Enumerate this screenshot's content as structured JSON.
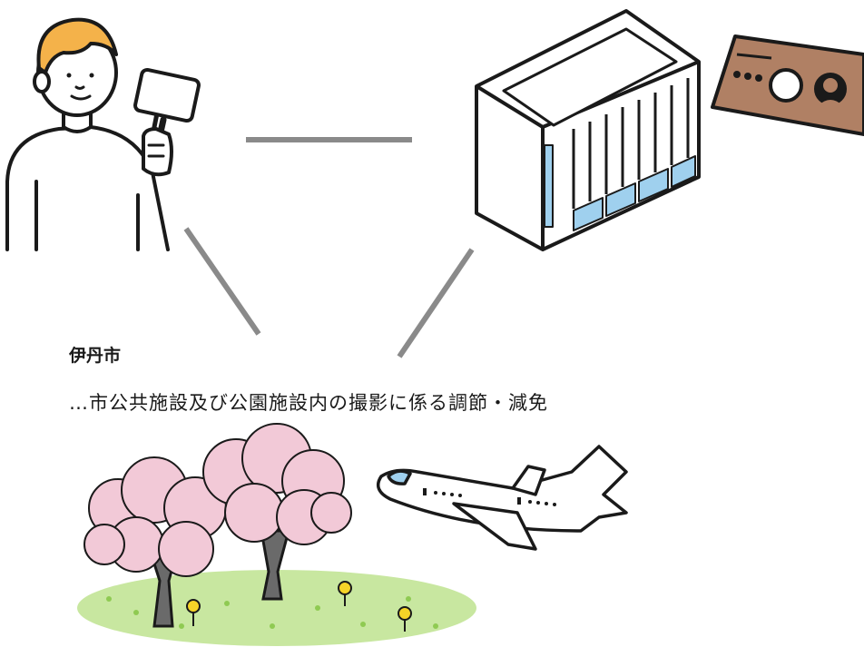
{
  "organization": {
    "name": "伊丹市",
    "description": "…市公共施設及び公園施設内の撮影に係る調節・減免"
  },
  "nodes": [
    {
      "id": "videographer",
      "icon": "person-with-camera-icon"
    },
    {
      "id": "city-hall",
      "icon": "office-building-icon"
    },
    {
      "id": "id-card",
      "icon": "id-card-icon"
    },
    {
      "id": "park",
      "icon": "cherry-blossom-park-icon"
    },
    {
      "id": "airplane",
      "icon": "airplane-icon"
    }
  ],
  "colors": {
    "connector": "#8a8a8a",
    "skin": "#ffffff",
    "hair": "#f4b24a",
    "building_window": "#9fd0ee",
    "card": "#b08064",
    "blossom": "#f2c9d7",
    "grass": "#a9d66b",
    "flower": "#f6d428",
    "outline": "#1a1a1a"
  }
}
